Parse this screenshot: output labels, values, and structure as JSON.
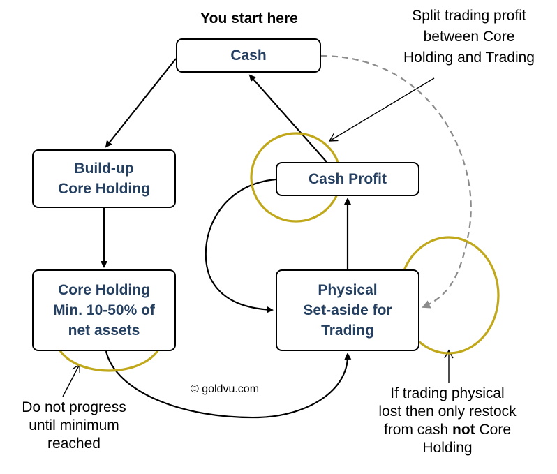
{
  "header": {
    "start_label": "You start here"
  },
  "nodes": {
    "cash": {
      "label": "Cash"
    },
    "buildup": {
      "line1": "Build-up",
      "line2": "Core Holding"
    },
    "coreholding": {
      "line1": "Core Holding",
      "line2": "Min. 10-50%  of",
      "line3": "net assets"
    },
    "cashprofit": {
      "label": "Cash Profit"
    },
    "physical": {
      "line1": "Physical",
      "line2": "Set-aside for",
      "line3": "Trading"
    }
  },
  "notes": {
    "split": {
      "line1": "Split trading profit",
      "line2": "between Core",
      "line3": "Holding and Trading"
    },
    "progress": {
      "line1": "Do not progress",
      "line2": "until minimum",
      "line3": "reached"
    },
    "trading": {
      "line1": "If trading physical",
      "line2": "lost then only restock",
      "line3_pre": "from cash ",
      "line3_bold": "not",
      "line3_post": " Core",
      "line4": "Holding"
    }
  },
  "copyright": "© goldvu.com",
  "colors": {
    "node_text": "#243f60",
    "highlight_circle": "#c0a81a",
    "dashed_arrow": "#8c8c8c",
    "line": "#000000"
  }
}
